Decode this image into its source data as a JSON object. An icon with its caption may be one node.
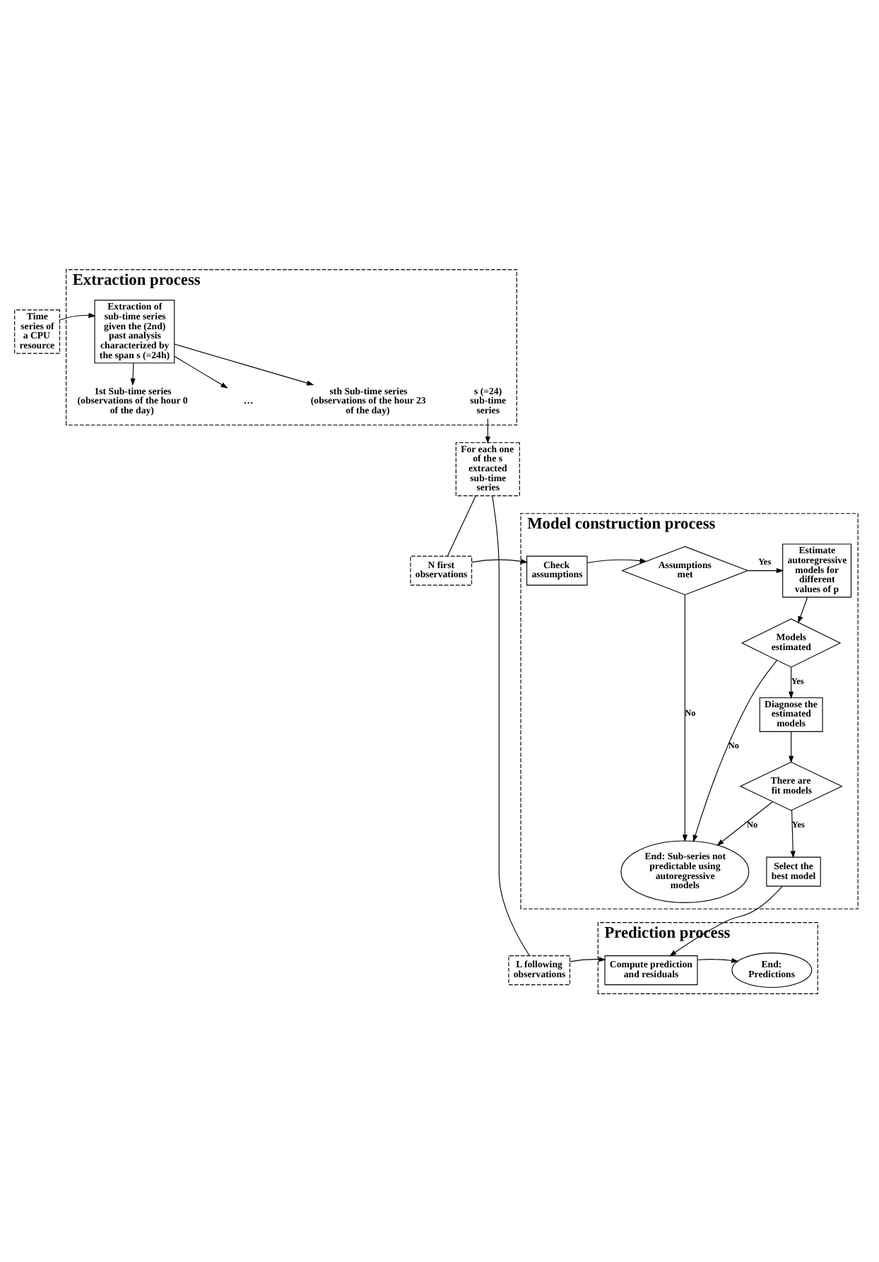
{
  "diagram": {
    "nodes": [
      {
        "text": [
          "Extraction process"
        ]
      },
      {
        "text": [
          "Extraction of sub-time series given the (2nd) past analysis characterized by the span s (=24h)"
        ],
        "in": 0
      },
      {
        "text": [
          "1st Sub-time series (observations of the hour 0 of the day)"
        ],
        "in": 0
      },
      {
        "text": [
          "…"
        ],
        "in": 0
      },
      {
        "text": [
          "sth Sub-time series (observations of the hour 23 of the day)"
        ],
        "in": 0
      },
      {
        "text": [
          "s (=24) sub-time series"
        ],
        "in": 0
      },
      {
        "text": [
          "Time series of a CPU resource"
        ]
      },
      {
        "text": [
          "For each one of the s extracted sub-time series"
        ]
      },
      {
        "text": [
          "N first observations"
        ]
      },
      {
        "text": [
          "Model construction process"
        ]
      },
      {
        "text": [
          "Check assumptions"
        ],
        "in": 9
      },
      {
        "text": [
          "Assumptions met"
        ],
        "in": 9
      },
      {
        "text": [
          "Estimate autoregressive models for different values of p"
        ],
        "in": 9
      },
      {
        "text": [
          "End: Sub-series not predictable using autoregressive models"
        ],
        "in": 9
      },
      {
        "text": [
          "Models estimated"
        ],
        "in": 9
      },
      {
        "text": [
          "Diagnose the estimated models"
        ],
        "in": 9
      },
      {
        "text": [
          "There are fit models"
        ],
        "in": 9
      },
      {
        "text": [
          "Select the best model"
        ],
        "in": 9
      },
      {
        "text": [
          "Prediction process"
        ]
      },
      {
        "text": [
          "L following observations"
        ]
      },
      {
        "text": [
          "Compute prediction and residuals"
        ],
        "in": 18
      },
      {
        "text": [
          "End: Predictions"
        ],
        "in": 18
      }
    ],
    "edges": [
      {
        "from": 6,
        "to": 1,
        "arrow": "to"
      },
      {
        "from": 1,
        "to": 2,
        "arrow": "to"
      },
      {
        "from": 1,
        "to": 3,
        "arrow": "to"
      },
      {
        "from": 1,
        "to": 4,
        "arrow": "to"
      },
      {
        "from": 5,
        "to": 7,
        "arrow": "to"
      },
      {
        "from": 7,
        "to": 8,
        "arrow": "none"
      },
      {
        "from": 8,
        "to": 10,
        "arrow": "to"
      },
      {
        "from": 10,
        "to": 11,
        "arrow": "to"
      },
      {
        "from": 11,
        "to": 12,
        "label": "Yes",
        "arrow": "to"
      },
      {
        "from": 11,
        "to": 13,
        "label": "No",
        "arrow": "to"
      },
      {
        "from": 12,
        "to": 14,
        "arrow": "to"
      },
      {
        "from": 14,
        "to": 13,
        "label": "No",
        "arrow": "to"
      },
      {
        "from": 14,
        "to": 15,
        "label": "Yes",
        "arrow": "to"
      },
      {
        "from": 15,
        "to": 16,
        "arrow": "to"
      },
      {
        "from": 16,
        "to": 13,
        "label": "No",
        "arrow": "to"
      },
      {
        "from": 16,
        "to": 17,
        "label": "Yes",
        "arrow": "to"
      },
      {
        "from": 17,
        "to": 20,
        "arrow": "to"
      },
      {
        "from": 7,
        "to": 19,
        "arrow": "none"
      },
      {
        "from": 19,
        "to": 20,
        "arrow": "to"
      },
      {
        "from": 20,
        "to": 21,
        "arrow": "to"
      }
    ]
  }
}
